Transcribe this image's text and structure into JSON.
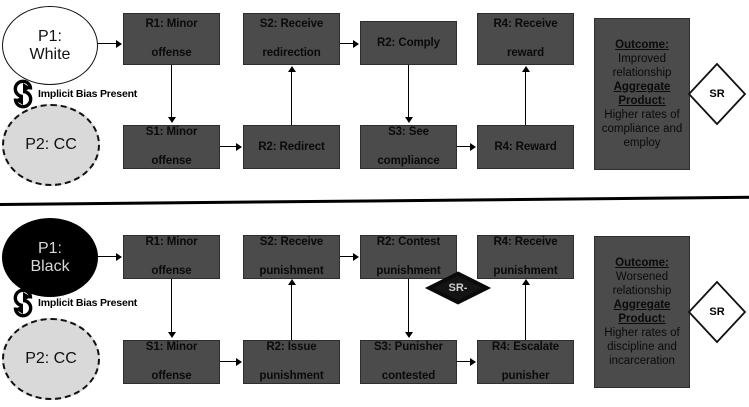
{
  "diagram": {
    "title": "Implicit bias contingency diagram",
    "colors": {
      "box_fill": "#4b4b4b",
      "box_border": "#2e2e2e",
      "cc_fill": "#d9d9d9",
      "black_actor": "#000000",
      "white_actor": "#ffffff",
      "line": "#000000"
    },
    "panels": [
      {
        "id": "top",
        "actor_primary": {
          "line1": "P1:",
          "line2": "White",
          "style": "white-circle"
        },
        "actor_secondary": {
          "label": "P2: CC",
          "style": "gray-dashed-circle"
        },
        "bias_note": "Implicit Bias Present",
        "row_top": [
          {
            "id": "r1",
            "line1": "R1: Minor",
            "line2": "offense"
          },
          {
            "id": "s2",
            "line1": "S2: Receive",
            "line2": "redirection"
          },
          {
            "id": "r2",
            "line1": "R2: Comply",
            "line2": ""
          },
          {
            "id": "r4",
            "line1": "R4: Receive",
            "line2": "reward"
          }
        ],
        "row_bottom": [
          {
            "id": "s1",
            "line1": "S1: Minor",
            "line2": "offense"
          },
          {
            "id": "r2b",
            "line1": "R2: Redirect",
            "line2": ""
          },
          {
            "id": "s3",
            "line1": "S3: See",
            "line2": "compliance"
          },
          {
            "id": "r4b",
            "line1": "R4: Reward",
            "line2": ""
          }
        ],
        "outcome": {
          "heading1": "Outcome:",
          "body1": "Improved relationship",
          "heading2": "Aggregate Product:",
          "body2": "Higher rates of compliance and employ"
        },
        "sr_diamond": {
          "label": "SR",
          "style": "outline"
        },
        "mid_diamond": null
      },
      {
        "id": "bottom",
        "actor_primary": {
          "line1": "P1:",
          "line2": "Black",
          "style": "black-circle"
        },
        "actor_secondary": {
          "label": "P2: CC",
          "style": "gray-dashed-circle"
        },
        "bias_note": "Implicit Bias Present",
        "row_top": [
          {
            "id": "r1",
            "line1": "R1: Minor",
            "line2": "offense"
          },
          {
            "id": "s2",
            "line1": "S2: Receive",
            "line2": "punishment"
          },
          {
            "id": "r2",
            "line1": "R2: Contest",
            "line2": "punishment"
          },
          {
            "id": "r4",
            "line1": "R4: Receive",
            "line2": "punishment"
          }
        ],
        "row_bottom": [
          {
            "id": "s1",
            "line1": "S1: Minor",
            "line2": "offense"
          },
          {
            "id": "r2b",
            "line1": "R2: Issue",
            "line2": "punishment"
          },
          {
            "id": "s3",
            "line1": "S3: Punisher",
            "line2": "contested"
          },
          {
            "id": "r4b",
            "line1": "R4: Escalate",
            "line2": "punisher"
          }
        ],
        "outcome": {
          "heading1": "Outcome:",
          "body1": "Worsened relationship",
          "heading2": "Aggregate Product:",
          "body2": "Higher rates of discipline and incarceration"
        },
        "sr_diamond": {
          "label": "SR",
          "style": "outline"
        },
        "mid_diamond": {
          "label": "SR-",
          "style": "filled-black"
        }
      }
    ]
  }
}
